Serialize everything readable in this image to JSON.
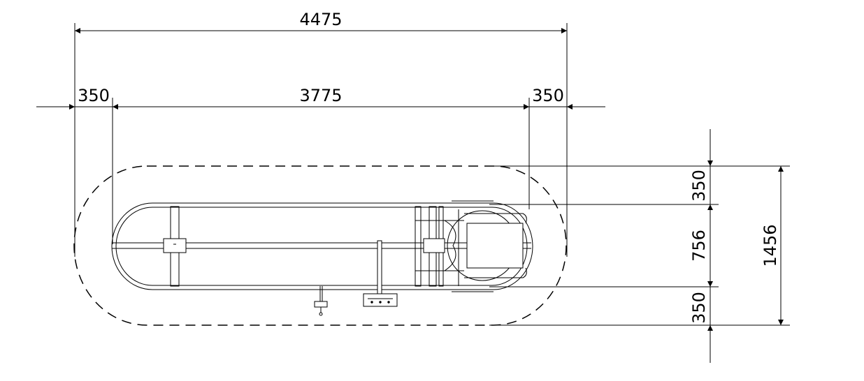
{
  "colors": {
    "ink": "#000000",
    "paper": "#ffffff"
  },
  "dimensions": {
    "overall_length": "4475",
    "left_clearance": "350",
    "inner_length": "3775",
    "right_clearance": "350",
    "top_clearance": "350",
    "inner_width": "756",
    "bottom_clearance": "350",
    "overall_width": "1456"
  }
}
